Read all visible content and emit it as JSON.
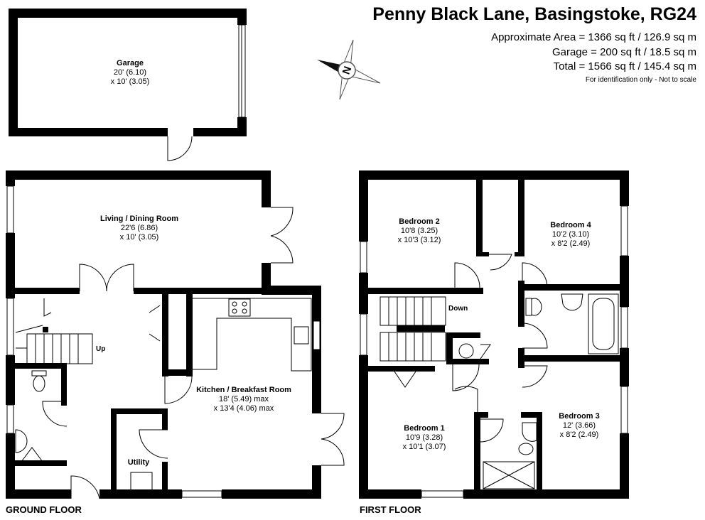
{
  "header": {
    "title": "Penny Black Lane, Basingstoke, RG24",
    "area_lines": [
      "Approximate Area = 1366 sq ft / 126.9 sq m",
      "Garage = 200 sq ft / 18.5 sq m",
      "Total = 1566 sq ft / 145.4 sq m"
    ],
    "note": "For identification only - Not to scale"
  },
  "compass": {
    "letter": "N"
  },
  "floors": {
    "ground": "GROUND FLOOR",
    "first": "FIRST FLOOR"
  },
  "rooms": {
    "garage": {
      "name": "Garage",
      "l1": "20' (6.10)",
      "l2": "x 10' (3.05)"
    },
    "living": {
      "name": "Living / Dining Room",
      "l1": "22'6 (6.86)",
      "l2": "x 10' (3.05)"
    },
    "kitchen": {
      "name": "Kitchen / Breakfast Room",
      "l1": "18' (5.49) max",
      "l2": "x 13'4 (4.06) max"
    },
    "utility": {
      "name": "Utility"
    },
    "bed2": {
      "name": "Bedroom 2",
      "l1": "10'8 (3.25)",
      "l2": "x 10'3 (3.12)"
    },
    "bed4": {
      "name": "Bedroom 4",
      "l1": "10'2 (3.10)",
      "l2": "x 8'2 (2.49)"
    },
    "bed1": {
      "name": "Bedroom 1",
      "l1": "10'9 (3.28)",
      "l2": "x 10'1 (3.07)"
    },
    "bed3": {
      "name": "Bedroom 3",
      "l1": "12' (3.66)",
      "l2": "x 8'2 (2.49)"
    }
  },
  "stairs": {
    "up": "Up",
    "down": "Down"
  }
}
